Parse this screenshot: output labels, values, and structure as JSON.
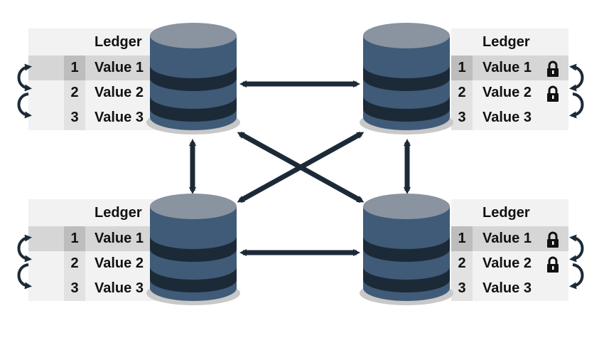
{
  "ledgers": [
    {
      "title": "Ledger",
      "rows": [
        {
          "num": "1",
          "value": "Value 1",
          "locked": true
        },
        {
          "num": "2",
          "value": "Value 2",
          "locked": true
        },
        {
          "num": "3",
          "value": "Value 3",
          "locked": false
        }
      ]
    },
    {
      "title": "Ledger",
      "rows": [
        {
          "num": "1",
          "value": "Value 1",
          "locked": true
        },
        {
          "num": "2",
          "value": "Value 2",
          "locked": true
        },
        {
          "num": "3",
          "value": "Value 3",
          "locked": false
        }
      ]
    },
    {
      "title": "Ledger",
      "rows": [
        {
          "num": "1",
          "value": "Value 1",
          "locked": true
        },
        {
          "num": "2",
          "value": "Value 2",
          "locked": true
        },
        {
          "num": "3",
          "value": "Value 3",
          "locked": false
        }
      ]
    },
    {
      "title": "Ledger",
      "rows": [
        {
          "num": "1",
          "value": "Value 1",
          "locked": true
        },
        {
          "num": "2",
          "value": "Value 2",
          "locked": true
        },
        {
          "num": "3",
          "value": "Value 3",
          "locked": false
        }
      ]
    }
  ],
  "icons": {
    "database": "database-icon",
    "lock": "lock-icon",
    "cycle_arrow": "curved-arrow-icon"
  },
  "colors": {
    "db_top": "#8a93a0",
    "db_band": "#3f5b78",
    "db_dark": "#1c2a38",
    "arrow": "#1c2a38",
    "panel": "#f2f2f2",
    "row_highlight": "#d6d6d6"
  }
}
